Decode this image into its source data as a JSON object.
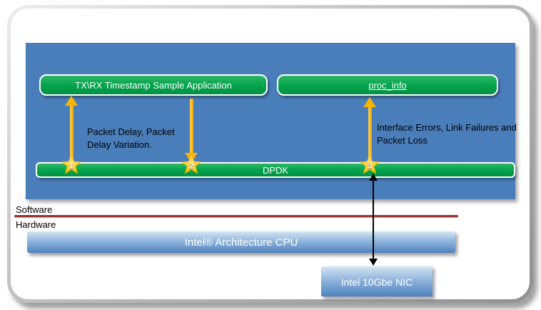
{
  "diagram": {
    "boxes": {
      "app": "TX\\RX Timestamp Sample Application",
      "proc": "proc_info",
      "dpdk": "DPDK",
      "cpu": "Intel® Architecture CPU",
      "nic": "Intel 10Gbe NIC"
    },
    "annotations": {
      "left": "Packet Delay, Packet Delay Variation.",
      "right": "Interface Errors, Link Failures and Packet Loss"
    },
    "layers": {
      "software": "Software",
      "hardware": "Hardware"
    },
    "stars": [
      "1",
      "2",
      "3"
    ],
    "colors": {
      "panel_blue": "#4A7EBB",
      "box_green": "#00A24C",
      "arrow_gold": "#F7B500",
      "star_gold": "#FFC000",
      "red_divider": "#943634",
      "cpu_gradient_top": "#CFE1F2",
      "cpu_gradient_bottom": "#4F81BD"
    }
  }
}
